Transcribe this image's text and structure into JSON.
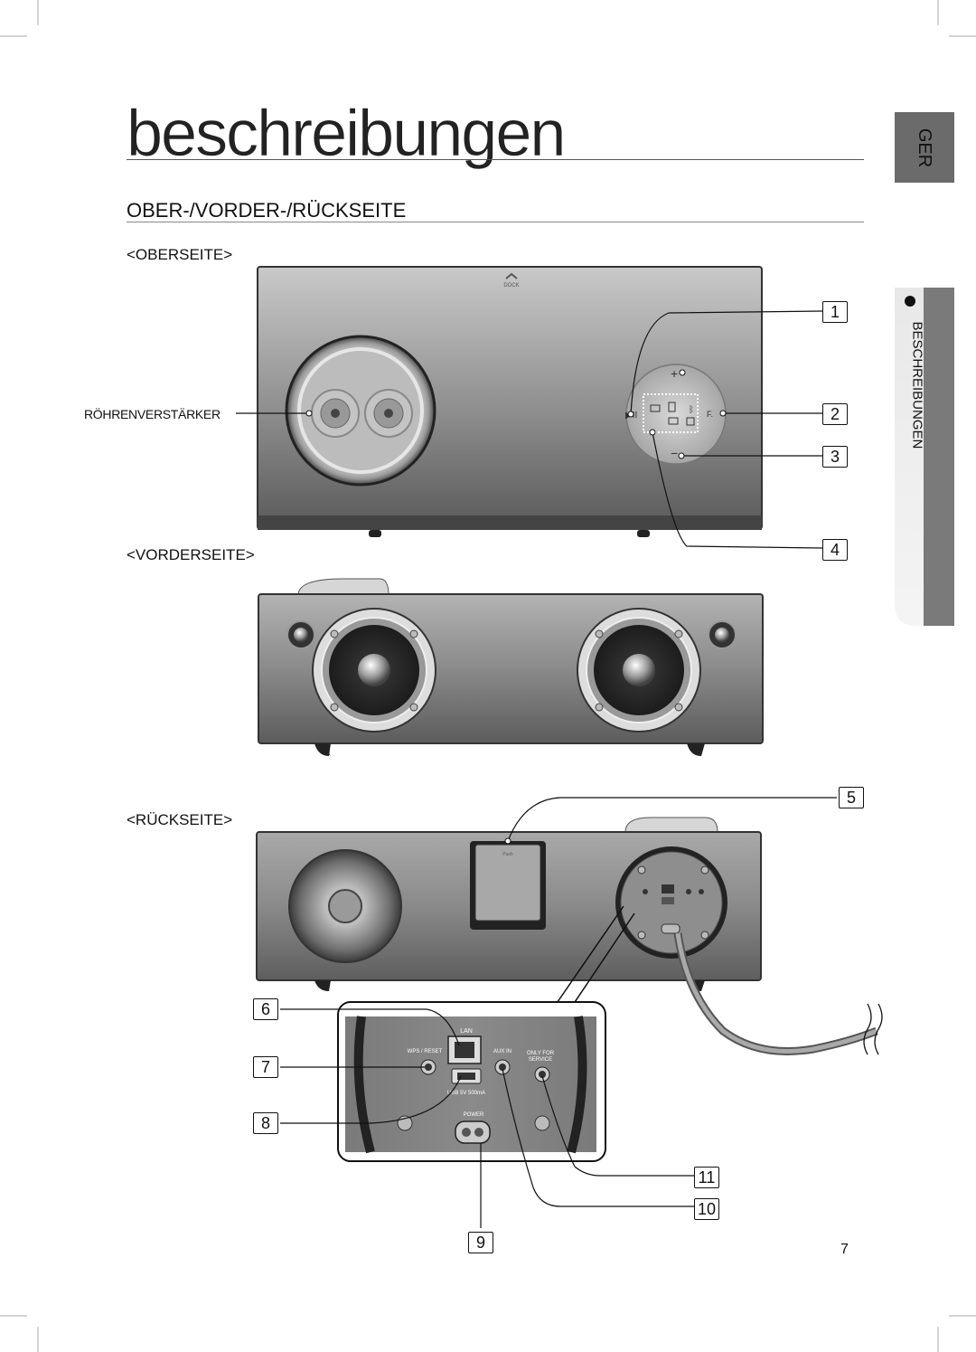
{
  "page": {
    "title": "beschreibungen",
    "section_heading": "OBER-/VORDER-/RÜCKSEITE",
    "page_number": "7"
  },
  "side_tabs": {
    "language": "GER",
    "chapter": "BESCHREIBUNGEN"
  },
  "views": {
    "top": "<OBERSEITE>",
    "front": "<VORDERSEITE>",
    "rear": "<RÜCKSEITE>"
  },
  "labels": {
    "tube_amp": "RÖHRENVERSTÄRKER",
    "dock": "DOCK"
  },
  "callouts": [
    "1",
    "2",
    "3",
    "4",
    "5",
    "6",
    "7",
    "8",
    "9",
    "10",
    "11"
  ],
  "panel": {
    "lan": "LAN",
    "wps_reset": "WPS / RESET",
    "aux_in": "AUX IN",
    "only_for": "ONLY FOR",
    "service": "SERVICE",
    "usb": "USB 5V 500mA",
    "power": "POWER"
  },
  "colors": {
    "body_dark": "#5a5a5a",
    "body_mid": "#8c8c8c",
    "body_light": "#b5b5b5",
    "tab_grey": "#6b6b6b"
  }
}
